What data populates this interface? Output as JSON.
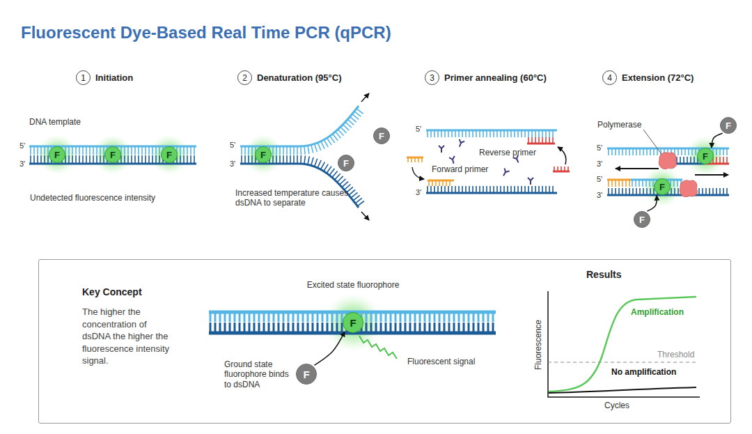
{
  "diagram": {
    "title": "Fluorescent Dye-Based Real Time PCR (qPCR)",
    "nodes": [
      {
        "text": [
          "1",
          "Initiation"
        ]
      },
      {
        "text": [
          "F"
        ]
      },
      {
        "text": [
          "F"
        ]
      },
      {
        "text": [
          "F"
        ]
      },
      {
        "text": [
          "2",
          "Denaturation (95°C)"
        ]
      },
      {
        "text": [
          "F"
        ]
      },
      {
        "text": [
          "F"
        ]
      },
      {
        "text": [
          "F"
        ]
      },
      {
        "text": [
          "3",
          "Primer annealing (60°C)"
        ]
      },
      {
        "text": [
          "4",
          "Extension (72°C)"
        ]
      },
      {
        "text": [
          "F"
        ]
      },
      {
        "text": [
          "F"
        ]
      },
      {
        "text": [
          "F"
        ]
      },
      {
        "text": [
          "F"
        ]
      },
      {
        "text": [
          "Key Concept",
          "The higher the concentration of dsDNA the higher the fluorescence intensity signal."
        ]
      },
      {
        "text": [
          "F"
        ],
        "in": 14
      },
      {
        "text": [
          "F"
        ],
        "in": 14
      }
    ],
    "edges": [
      {
        "from": 10,
        "to": 11,
        "arrow": "to"
      },
      {
        "from": 13,
        "to": 12,
        "arrow": "to"
      },
      {
        "from": 16,
        "to": 15,
        "arrow": "to"
      }
    ],
    "labels": [
      "DNA template",
      "5'",
      "3'",
      "Undetected fluorescence intensity",
      "5'",
      "3'",
      "Increased temperature causes dsDNA to separate",
      "5'",
      "3'",
      "Reverse primer",
      "Forward primer",
      "Polymerase",
      "5'",
      "3'",
      "5'",
      "3'",
      "Excited state fluorophore",
      "Ground state fluorophore binds to dsDNA",
      "Fluorescent signal",
      "Results",
      "Fluorescence",
      "Cycles",
      "Amplification",
      "Threshold",
      "No amplification"
    ]
  }
}
